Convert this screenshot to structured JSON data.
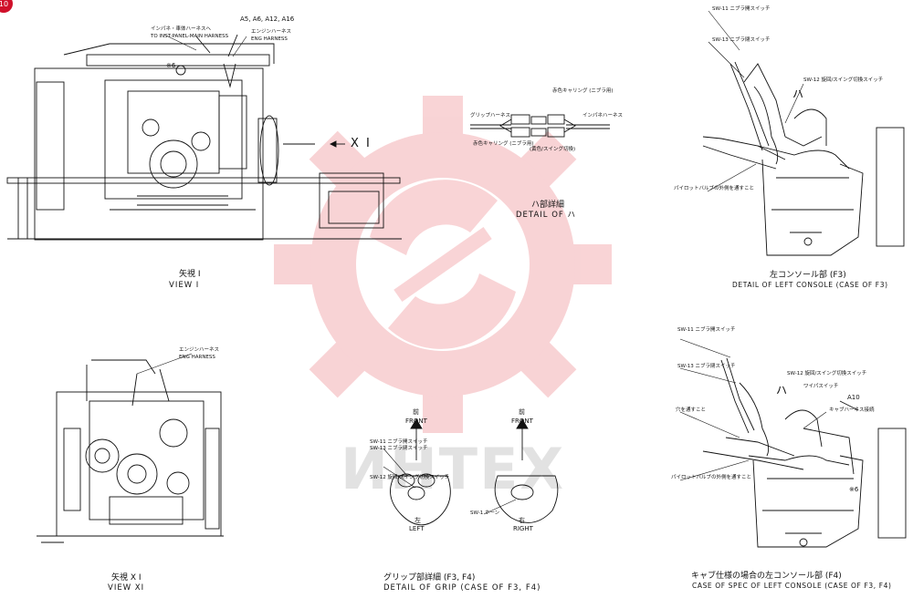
{
  "page_badge": "10",
  "watermark": {
    "text": "ИНТЕХ",
    "color": "#e23a45"
  },
  "view_i": {
    "caption_jp": "矢視 I",
    "caption_en": "VIEW I",
    "arrow_label": "X I",
    "callout_instr": "インパネ・車体ハーネスへ",
    "callout_instr_en": "TO INST-PANEL-MAIN HARNESS",
    "callout_engine": "エンジンハーネス",
    "callout_engine_en": "ENG HARNESS",
    "callout_refs": "A5, A6, A12, A16",
    "callout_note": "※6"
  },
  "detail_ha": {
    "caption_jp": "ハ部詳細",
    "caption_en": "DETAIL OF ハ",
    "grip_harness": "グリップハーネス",
    "red_earring": "赤色キャリング (ニブラ用)",
    "instr_harness": "インパネハーネス",
    "red_earring2": "赤色キャリング (ニブラ用)",
    "yellow_swing": "(黄色/スイング切換)"
  },
  "view_xi": {
    "caption_jp": "矢視 X I",
    "caption_en": "VIEW XI",
    "callout_engine": "エンジンハーネス",
    "callout_engine_en": "ENG HARNESS"
  },
  "detail_grip": {
    "caption": "グリップ部詳細 (F3, F4)",
    "caption_en": "DETAIL OF GRIP (CASE OF F3, F4)",
    "front_jp": "前",
    "front_en": "FRONT",
    "left_jp": "左",
    "left_en": "LEFT",
    "right_jp": "右",
    "right_en": "RIGHT",
    "sw_labels": [
      "SW-11 ニブラ開スイッチ",
      "SW-13 ニブラ閉スイッチ",
      "SW-12 旋回/スイング切換スイッチ",
      "SW-1 ホーン"
    ]
  },
  "left_console_f3": {
    "caption_jp": "左コンソール部 (F3)",
    "caption_en": "DETAIL OF LEFT CONSOLE (CASE OF F3)",
    "ha_mark": "ハ",
    "labels": [
      "SW-11 ニブラ開スイッチ",
      "SW-13 ニブラ閉スイッチ",
      "SW-12 旋回/スイング切換スイッチ",
      "パイロットバルブの外側を通すこと"
    ]
  },
  "left_console_cab": {
    "caption_jp": "キャブ仕様の場合の左コンソール部 (F4)",
    "caption_en": "CASE OF SPEC OF LEFT CONSOLE (CASE OF F3, F4)",
    "ha_mark": "ハ",
    "a10": "A10",
    "note6": "※6",
    "labels": [
      "SW-11 ニブラ開スイッチ",
      "SW-13 ニブラ閉スイッチ",
      "SW-12 旋回/スイング切換スイッチ",
      "ワイパスイッチ",
      "キャブハーネス接続",
      "パイロットバルブの外側を通すこと",
      "穴を通すこと"
    ]
  }
}
